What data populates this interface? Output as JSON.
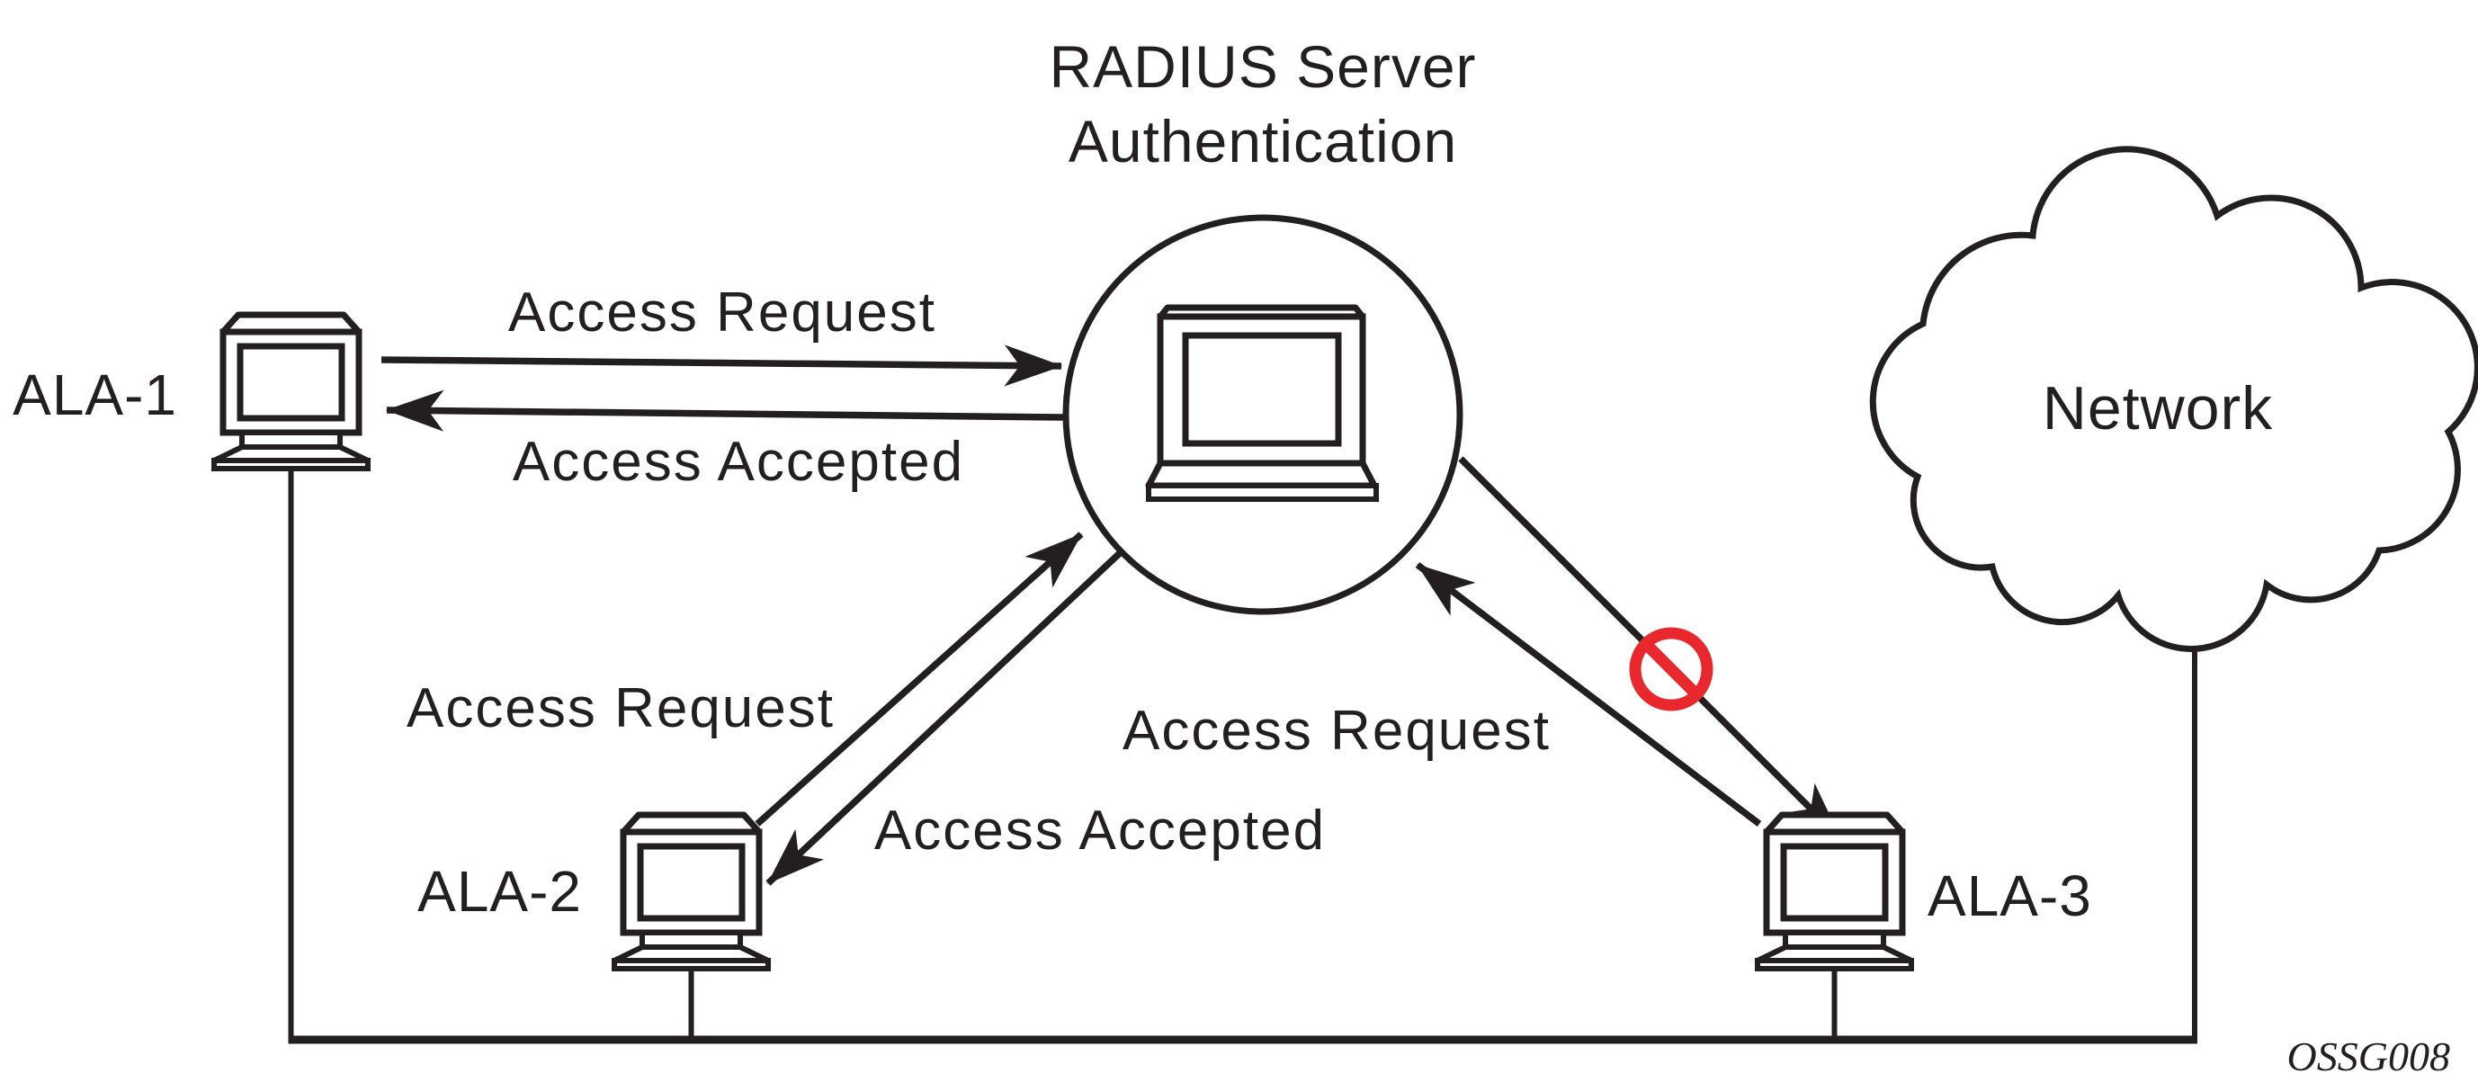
{
  "diagram": {
    "title": {
      "line1": "RADIUS Server",
      "line2": "Authentication"
    },
    "nodes": {
      "ala1": {
        "label": "ALA-1"
      },
      "ala2": {
        "label": "ALA-2"
      },
      "ala3": {
        "label": "ALA-3"
      },
      "server": {
        "description": "RADIUS server laptop inside circle"
      },
      "network": {
        "label": "Network"
      }
    },
    "messages": {
      "ala1_request": "Access Request",
      "ala1_accepted": "Access Accepted",
      "ala2_request": "Access Request",
      "ala2_accepted": "Access Accepted",
      "ala3_request": "Access Request"
    },
    "icons": [
      "desktop-computer-icon",
      "server-laptop-icon",
      "server-circle",
      "network-cloud",
      "no-entry-icon",
      "arrowhead-icon"
    ],
    "colors": {
      "ink": "#231F20",
      "denied_red": "#E8282D",
      "background": "#FFFFFF"
    },
    "figure_code": "OSSG008"
  }
}
